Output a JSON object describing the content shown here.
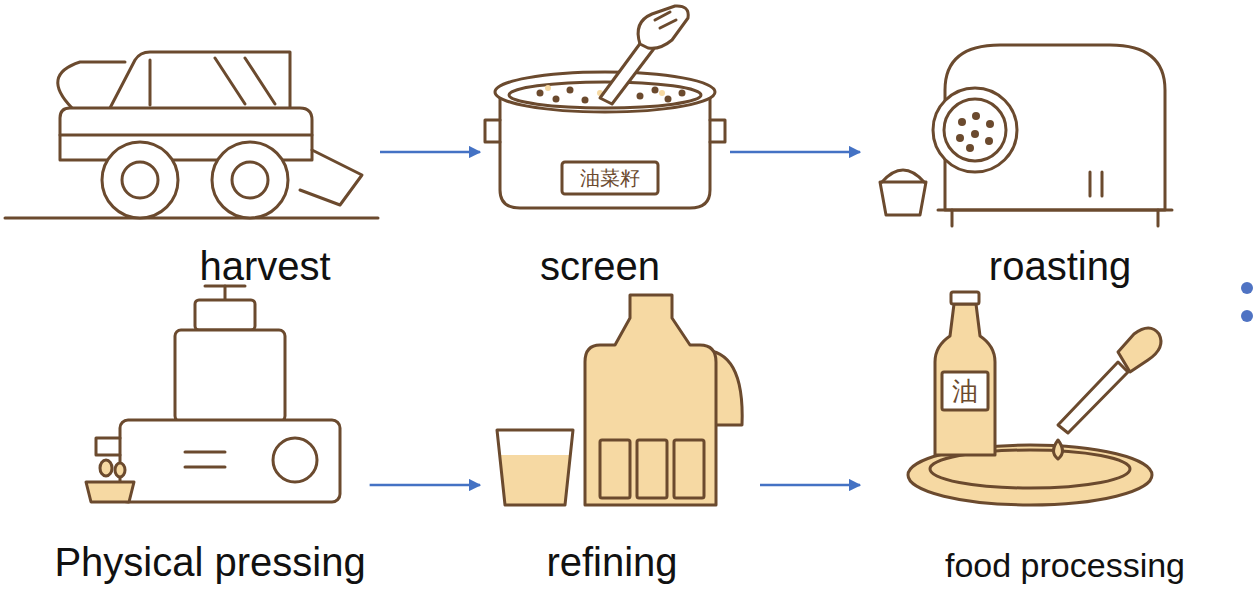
{
  "diagram": {
    "nodes": [
      {
        "text": [
          "harvest"
        ]
      },
      {
        "text": [
          "screen"
        ]
      },
      {
        "text": [
          "roasting"
        ]
      },
      {
        "text": [
          "Physical pressing"
        ]
      },
      {
        "text": [
          "refining"
        ]
      },
      {
        "text": [
          "food processing"
        ]
      }
    ],
    "edges": [
      {
        "from": 0,
        "to": 1,
        "arrow": "to"
      },
      {
        "from": 1,
        "to": 2,
        "arrow": "to"
      },
      {
        "from": 3,
        "to": 4,
        "arrow": "to"
      },
      {
        "from": 4,
        "to": 5,
        "arrow": "to"
      }
    ],
    "labels": [
      "油菜籽",
      "油"
    ]
  }
}
